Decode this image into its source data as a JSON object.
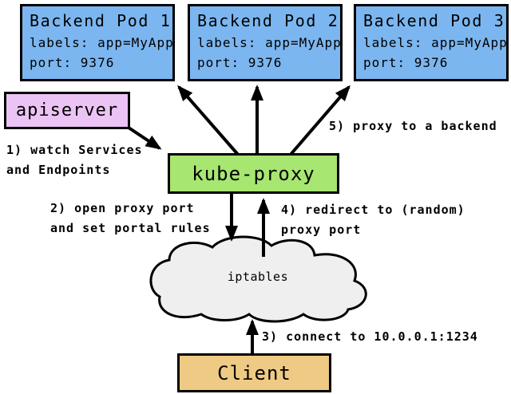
{
  "colors": {
    "pod_fill": "#7cb6f0",
    "apiserver_fill": "#ecc3f5",
    "kube_proxy_fill": "#a7e671",
    "client_fill": "#efca84",
    "cloud_fill": "#efefef",
    "line": "#000000"
  },
  "pods": [
    {
      "title": "Backend Pod 1",
      "labels_line": "labels: app=MyApp",
      "port_line": "port: 9376"
    },
    {
      "title": "Backend Pod 2",
      "labels_line": "labels: app=MyApp",
      "port_line": "port: 9376"
    },
    {
      "title": "Backend Pod 3",
      "labels_line": "labels: app=MyApp",
      "port_line": "port: 9376"
    }
  ],
  "nodes": {
    "apiserver": "apiserver",
    "kube_proxy": "kube-proxy",
    "iptables": "iptables",
    "client": "Client"
  },
  "steps": {
    "step1": "1) watch Services\nand Endpoints",
    "step2": "2) open proxy port\nand set portal rules",
    "step3": "3) connect to 10.0.0.1:1234",
    "step4": "4) redirect to (random)\nproxy port",
    "step5": "5) proxy to a backend"
  }
}
